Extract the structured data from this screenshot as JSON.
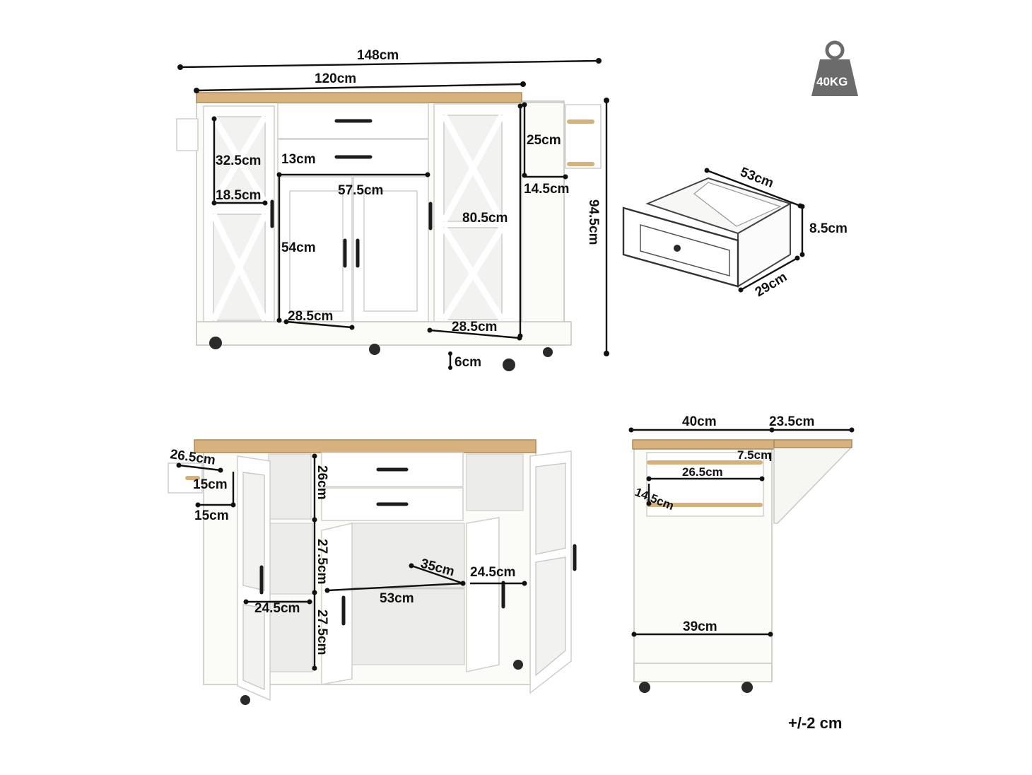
{
  "badge": {
    "weight": "40KG",
    "color": "#6b6b6b"
  },
  "tolerance": "+/-2 cm",
  "front_view": {
    "overall_width": "148cm",
    "top_width": "120cm",
    "height": "94.5cm",
    "door_glass_height": "32.5cm",
    "door_glass_width": "18.5cm",
    "drawer_height": "13cm",
    "cabinet_width": "57.5cm",
    "cabinet_height": "54cm",
    "side_cabinet_height": "80.5cm",
    "shelf_width_left": "28.5cm",
    "shelf_width_right": "28.5cm",
    "rack_height": "25cm",
    "rack_depth": "14.5cm",
    "wheel_clearance": "6cm"
  },
  "drawer_view": {
    "length": "53cm",
    "width": "29cm",
    "height": "8.5cm"
  },
  "open_view": {
    "rack_width": "26.5cm",
    "rack_gap_upper": "15cm",
    "rack_gap_lower": "15cm",
    "niche_height": "26cm",
    "upper_shelf_height": "27.5cm",
    "lower_shelf_height": "27.5cm",
    "inner_depth": "35cm",
    "inner_width": "53cm",
    "side_shelf_width_left": "24.5cm",
    "side_shelf_width_right": "24.5cm"
  },
  "side_view": {
    "body_depth": "40cm",
    "leaf_depth": "23.5cm",
    "rod_spacing": "7.5cm",
    "rack_length": "26.5cm",
    "rack_depth": "14.5cm",
    "base_depth": "39cm"
  },
  "colors": {
    "wood": "#d7b27c",
    "body": "#fbfbf8",
    "ink": "#111111"
  }
}
